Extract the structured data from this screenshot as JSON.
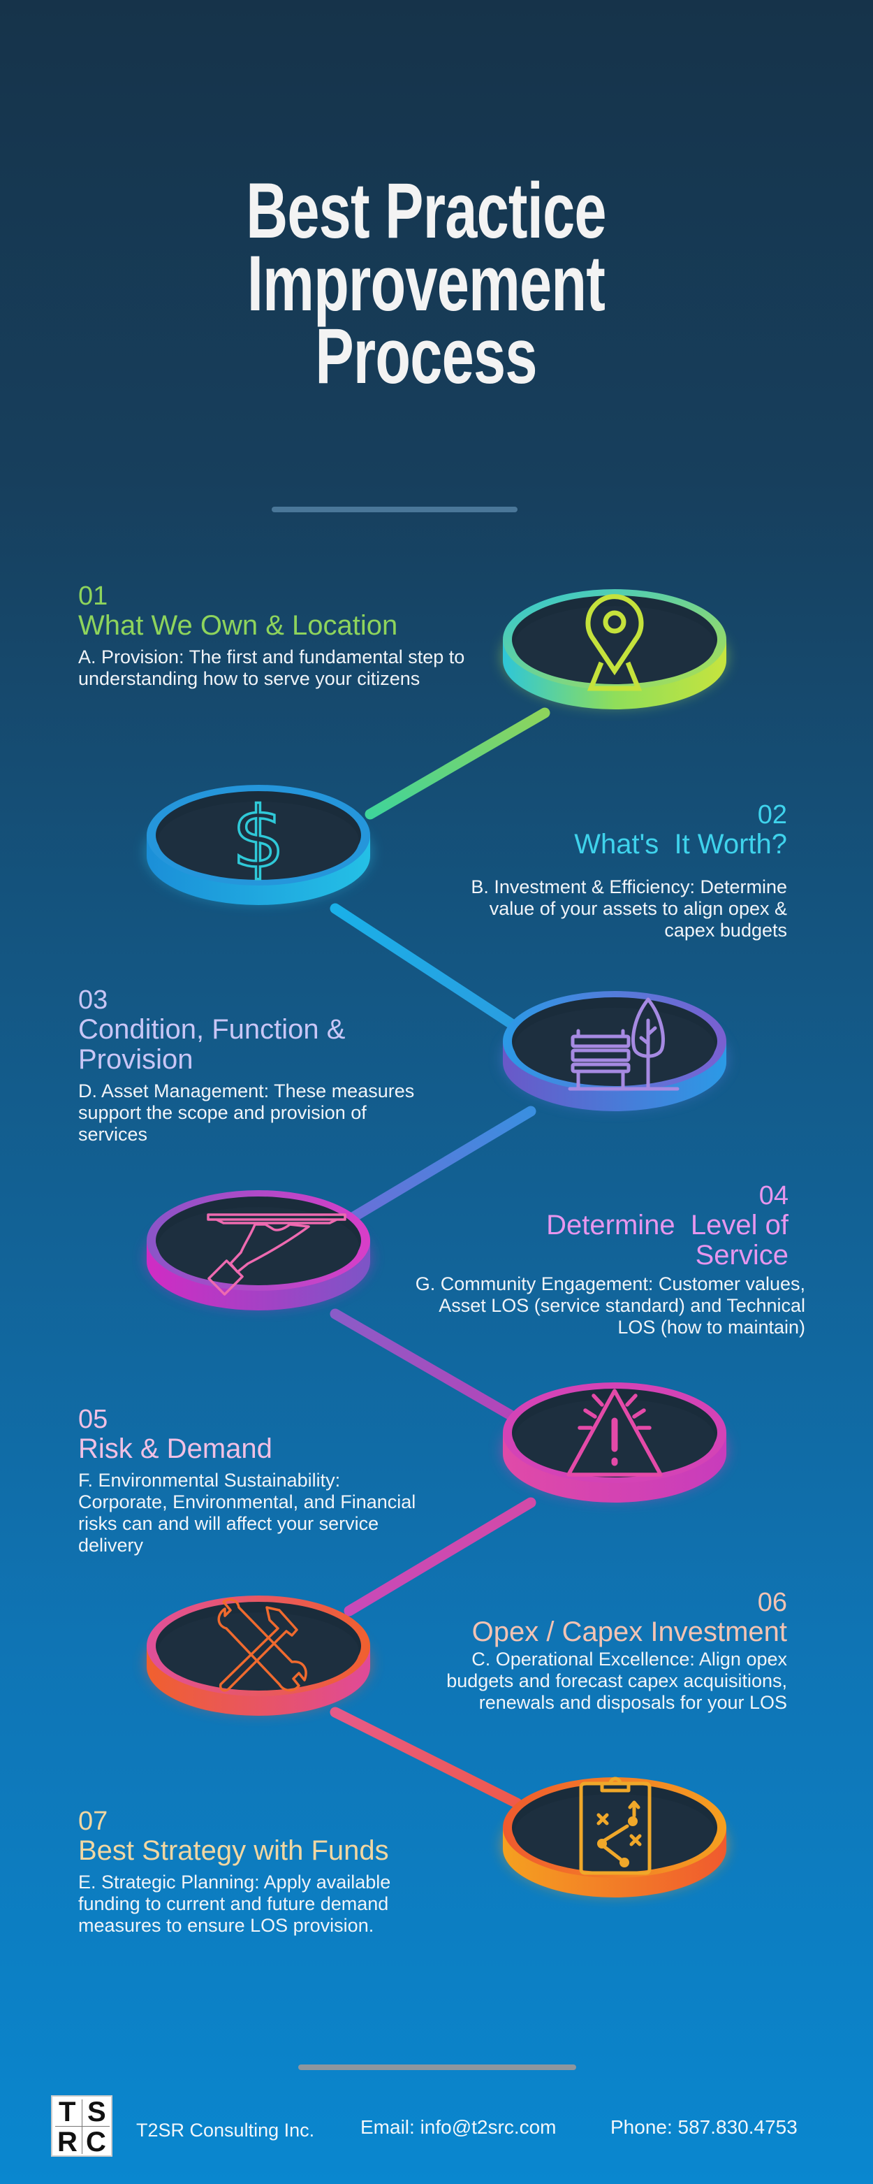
{
  "title": {
    "line1": "Best Practice",
    "line2": "Improvement",
    "line3": "Process"
  },
  "colors": {
    "bg_top": "#16334a",
    "bg_bottom": "#0a87cf",
    "step1": "#8ed45c",
    "step2": "#3fd3ec",
    "step3": "#c9c6f6",
    "step4": "#e796ee",
    "step5": "#f1c0e4",
    "step6": "#f3c3b3",
    "step7": "#f1d7a2",
    "body_text": "#f1f4f8"
  },
  "steps": [
    {
      "num": "01",
      "title": "What We Own & Location",
      "desc": "A. Provision: The first and fundamental step to understanding how to serve your citizens",
      "icon": "map-pin-icon"
    },
    {
      "num": "02",
      "title": "What's  It Worth?",
      "desc": "B. Investment & Efficiency: Determine value of your assets to align opex & capex  budgets",
      "icon": "dollar-icon"
    },
    {
      "num": "03",
      "title": "Condition, Function & Provision",
      "desc": "D. Asset Management: These measures support the scope and provision of services",
      "icon": "park-bench-tree-icon"
    },
    {
      "num": "04",
      "title": "Determine  Level of Service",
      "desc": "G. Community Engagement: Customer values, Asset LOS (service standard) and Technical  LOS (how to maintain)",
      "icon": "serving-tray-hand-icon"
    },
    {
      "num": "05",
      "title": "Risk & Demand",
      "desc": "F. Environmental Sustainability: Corporate, Environmental, and Financial risks can and will affect your service delivery",
      "icon": "warning-triangle-icon"
    },
    {
      "num": "06",
      "title": "Opex / Capex Investment",
      "desc": "C. Operational Excellence: Align opex budgets and forecast capex acquisitions, renewals and disposals for your LOS",
      "icon": "wrench-hammer-icon"
    },
    {
      "num": "07",
      "title": "Best Strategy with Funds",
      "desc": "E. Strategic Planning: Apply available funding to current and future demand measures to ensure LOS provision.",
      "icon": "strategy-clipboard-icon"
    }
  ],
  "footer": {
    "logo": {
      "tl": "T",
      "tr": "S",
      "bl": "R",
      "br": "C"
    },
    "company": "T2SR Consulting Inc.",
    "email": "Email: info@t2src.com",
    "phone": "Phone: 587.830.4753"
  }
}
